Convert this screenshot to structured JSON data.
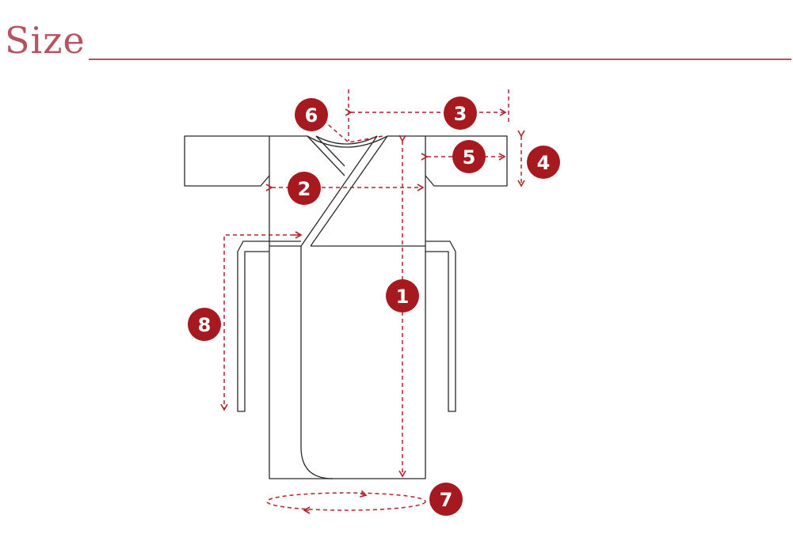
{
  "title": "Size",
  "colors": {
    "accent": "#b5545e",
    "badge": "#a6191e",
    "arrow": "#b0252b",
    "outline": "#2a2a2a"
  },
  "markers": [
    {
      "id": "length",
      "label": "1"
    },
    {
      "id": "chest-width",
      "label": "2"
    },
    {
      "id": "yuki",
      "label": "3"
    },
    {
      "id": "sleeve-opening",
      "label": "4"
    },
    {
      "id": "sleeve-length",
      "label": "5"
    },
    {
      "id": "neckline",
      "label": "6"
    },
    {
      "id": "hem-circumference",
      "label": "7"
    },
    {
      "id": "tie-length",
      "label": "8"
    }
  ]
}
